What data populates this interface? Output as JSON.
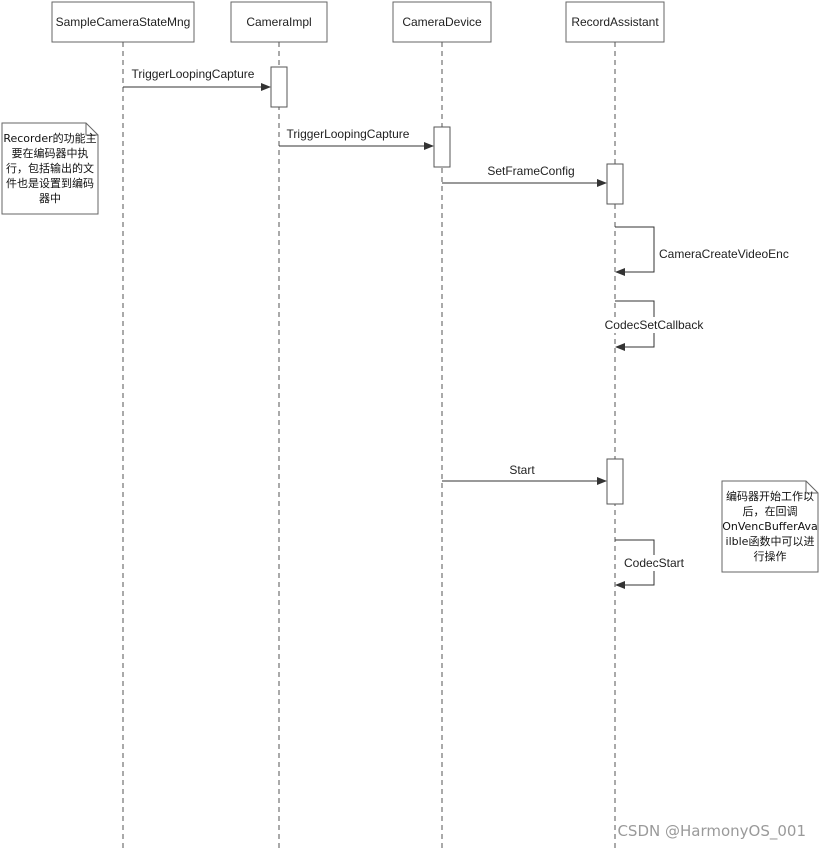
{
  "lifelines": [
    {
      "id": "sample",
      "label": "SampleCameraStateMng"
    },
    {
      "id": "impl",
      "label": "CameraImpl"
    },
    {
      "id": "device",
      "label": "CameraDevice"
    },
    {
      "id": "record",
      "label": "RecordAssistant"
    }
  ],
  "messages": [
    {
      "label": "TriggerLoopingCapture",
      "from": "SampleCameraStateMng",
      "to": "CameraImpl"
    },
    {
      "label": "TriggerLoopingCapture",
      "from": "CameraImpl",
      "to": "CameraDevice"
    },
    {
      "label": "SetFrameConfig",
      "from": "CameraDevice",
      "to": "RecordAssistant"
    },
    {
      "label": "CameraCreateVideoEnc",
      "from": "RecordAssistant",
      "to": "RecordAssistant"
    },
    {
      "label": "CodecSetCallback",
      "from": "RecordAssistant",
      "to": "RecordAssistant"
    },
    {
      "label": "Start",
      "from": "CameraDevice",
      "to": "RecordAssistant"
    },
    {
      "label": "CodecStart",
      "from": "RecordAssistant",
      "to": "RecordAssistant"
    }
  ],
  "notes": [
    {
      "lines": [
        "Recorder的功能主",
        "要在编码器中执",
        "行，包括输出的文",
        "件也是设置到编码",
        "器中"
      ]
    },
    {
      "lines": [
        "编码器开始工作以",
        "后，在回调",
        "OnVencBufferAva",
        "ilble函数中可以进",
        "行操作"
      ]
    }
  ],
  "watermark": "CSDN @HarmonyOS_001",
  "colors": {
    "line": "#555555",
    "box_border": "#666666",
    "text": "#222222",
    "watermark": "#9a9a9a"
  }
}
